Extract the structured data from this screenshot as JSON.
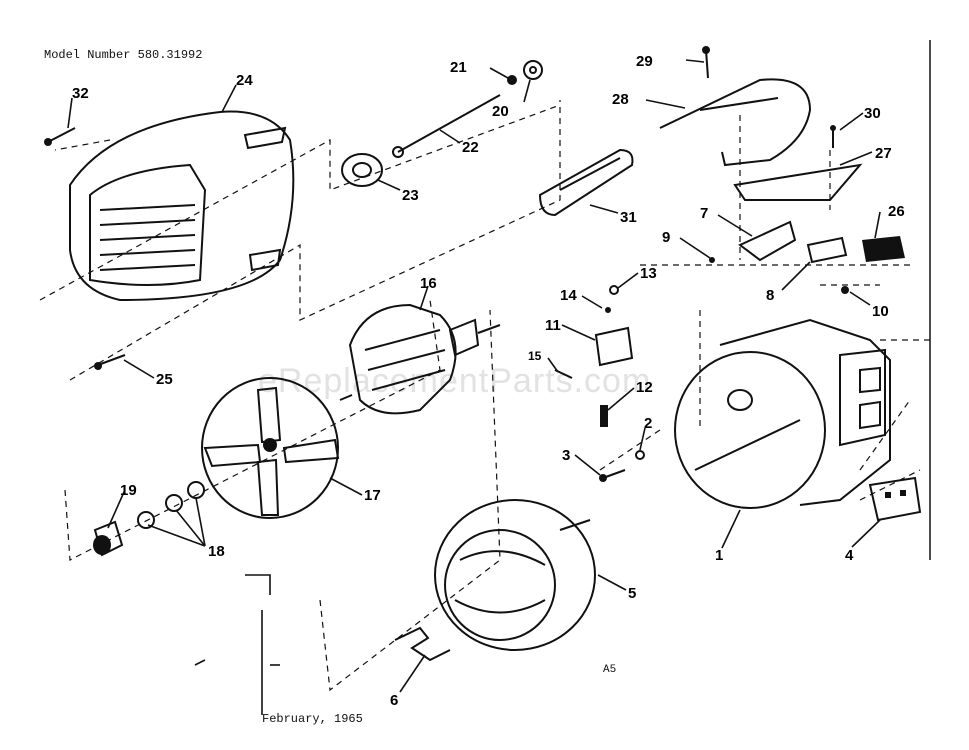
{
  "header": {
    "model_number": "Model Number 580.31992"
  },
  "footer": {
    "date": "February, 1965",
    "page_code": "A5"
  },
  "watermark": "eReplacementParts.com",
  "callouts": [
    "32",
    "24",
    "21",
    "20",
    "22",
    "23",
    "29",
    "28",
    "30",
    "27",
    "31",
    "26",
    "7",
    "9",
    "8",
    "10",
    "16",
    "14",
    "13",
    "11",
    "15",
    "12",
    "2",
    "3",
    "17",
    "19",
    "18",
    "25",
    "1",
    "4",
    "5",
    "6"
  ],
  "colors": {
    "ink": "#111111",
    "paper": "#ffffff",
    "watermark": "#e2e2e2"
  }
}
